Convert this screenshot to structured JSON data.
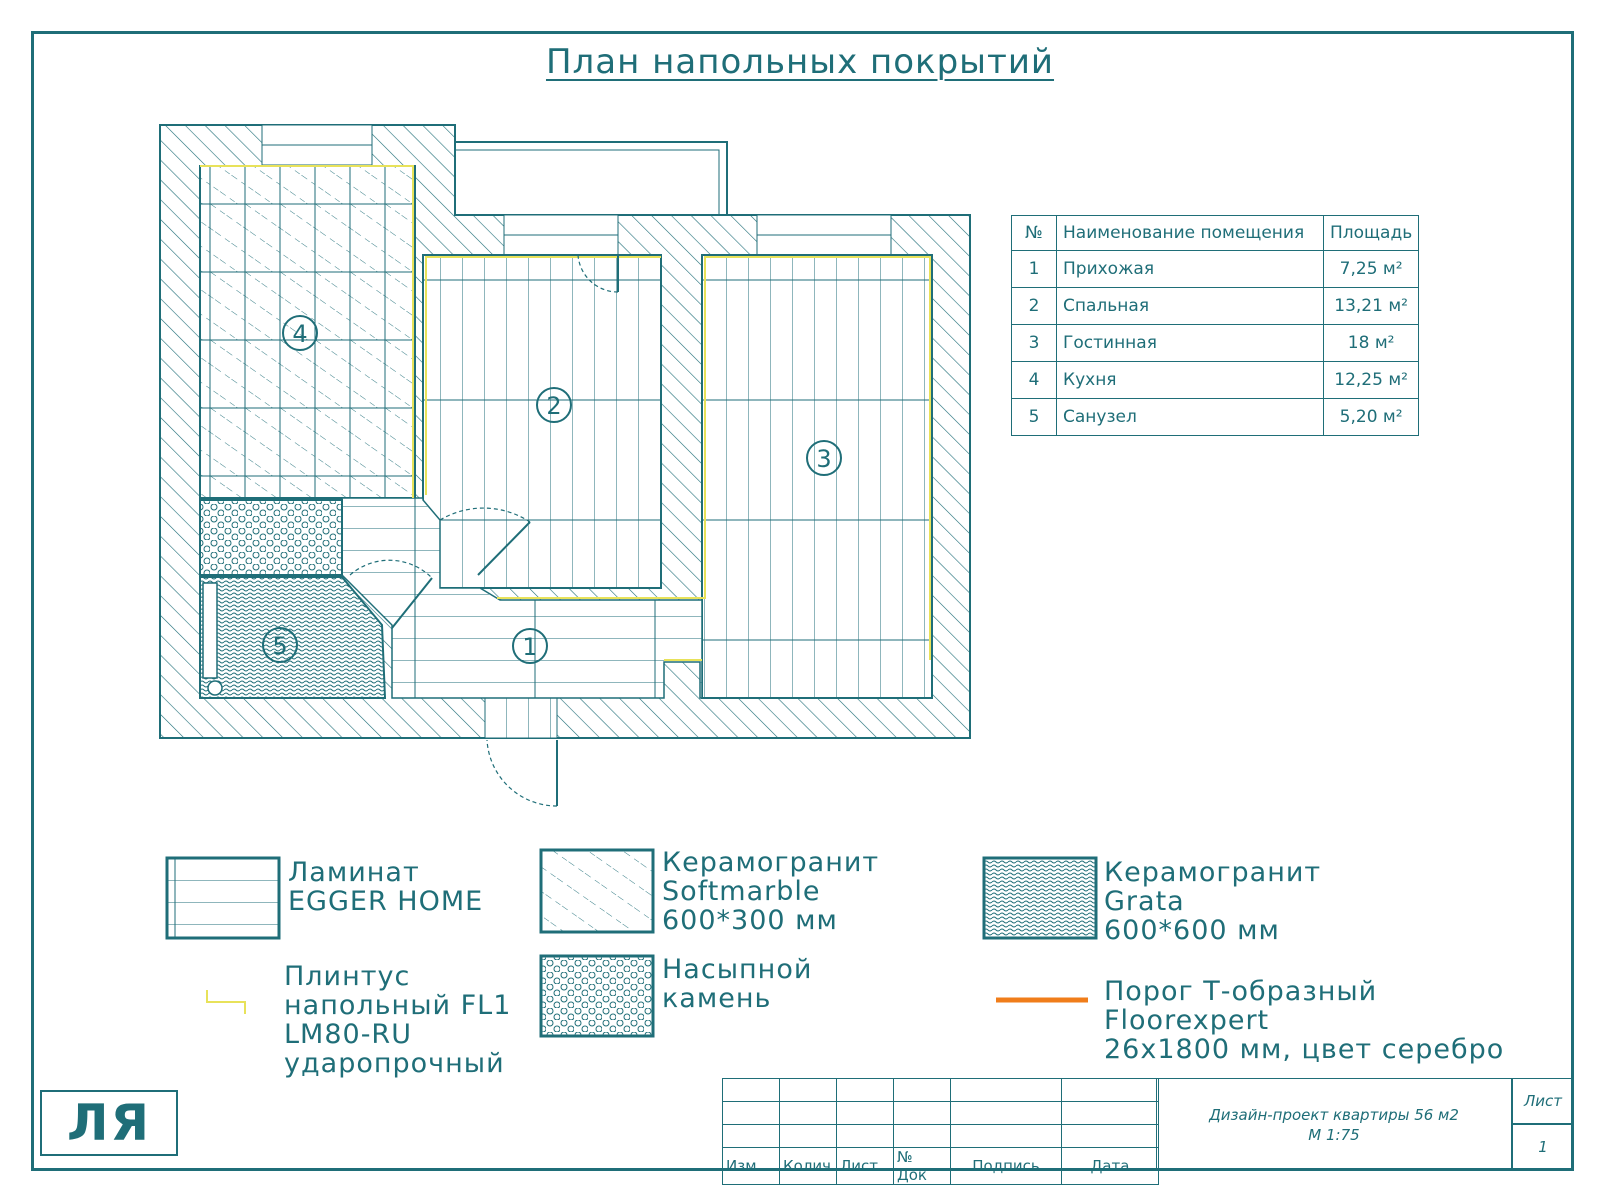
{
  "title": "План напольных покрытий",
  "colors": {
    "ink": "#1f6e78",
    "baseboard": "#e8e25a",
    "threshold": "#f07d1a"
  },
  "room_table": {
    "headers": [
      "№",
      "Наименование помещения",
      "Площадь"
    ],
    "rows": [
      {
        "no": "1",
        "name": "Прихожая",
        "area": "7,25 м²"
      },
      {
        "no": "2",
        "name": "Спальная",
        "area": "13,21 м²"
      },
      {
        "no": "3",
        "name": "Гостинная",
        "area": "18 м²"
      },
      {
        "no": "4",
        "name": "Кухня",
        "area": "12,25 м²"
      },
      {
        "no": "5",
        "name": "Санузел",
        "area": "5,20 м²"
      }
    ]
  },
  "plan_labels": [
    "1",
    "2",
    "3",
    "4",
    "5"
  ],
  "legend": {
    "laminate": "Ламинат\nEGGER HOME",
    "softmarble": "Керамогранит\nSoftmarble\n600*300 мм",
    "grata": "Керамогранит\nGrata\n600*600 мм",
    "baseboard": "Плинтус\nнапольный FL1\nLM80-RU\nударопрочный",
    "stone": "Насыпной\nкамень",
    "threshold": "Порог Т-образный\nFloorexpert\n26х1800 мм, цвет серебро"
  },
  "stamp": {
    "columns": [
      "Изм",
      "Колич",
      "Лист",
      "№ Док",
      "Подпись",
      "Дата"
    ],
    "description_line1": "Дизайн-проект квартиры 56 м2",
    "description_line2": "М 1:75",
    "sheet_label": "Лист",
    "sheet_number": "1"
  },
  "logo_text": "ЛЯ"
}
